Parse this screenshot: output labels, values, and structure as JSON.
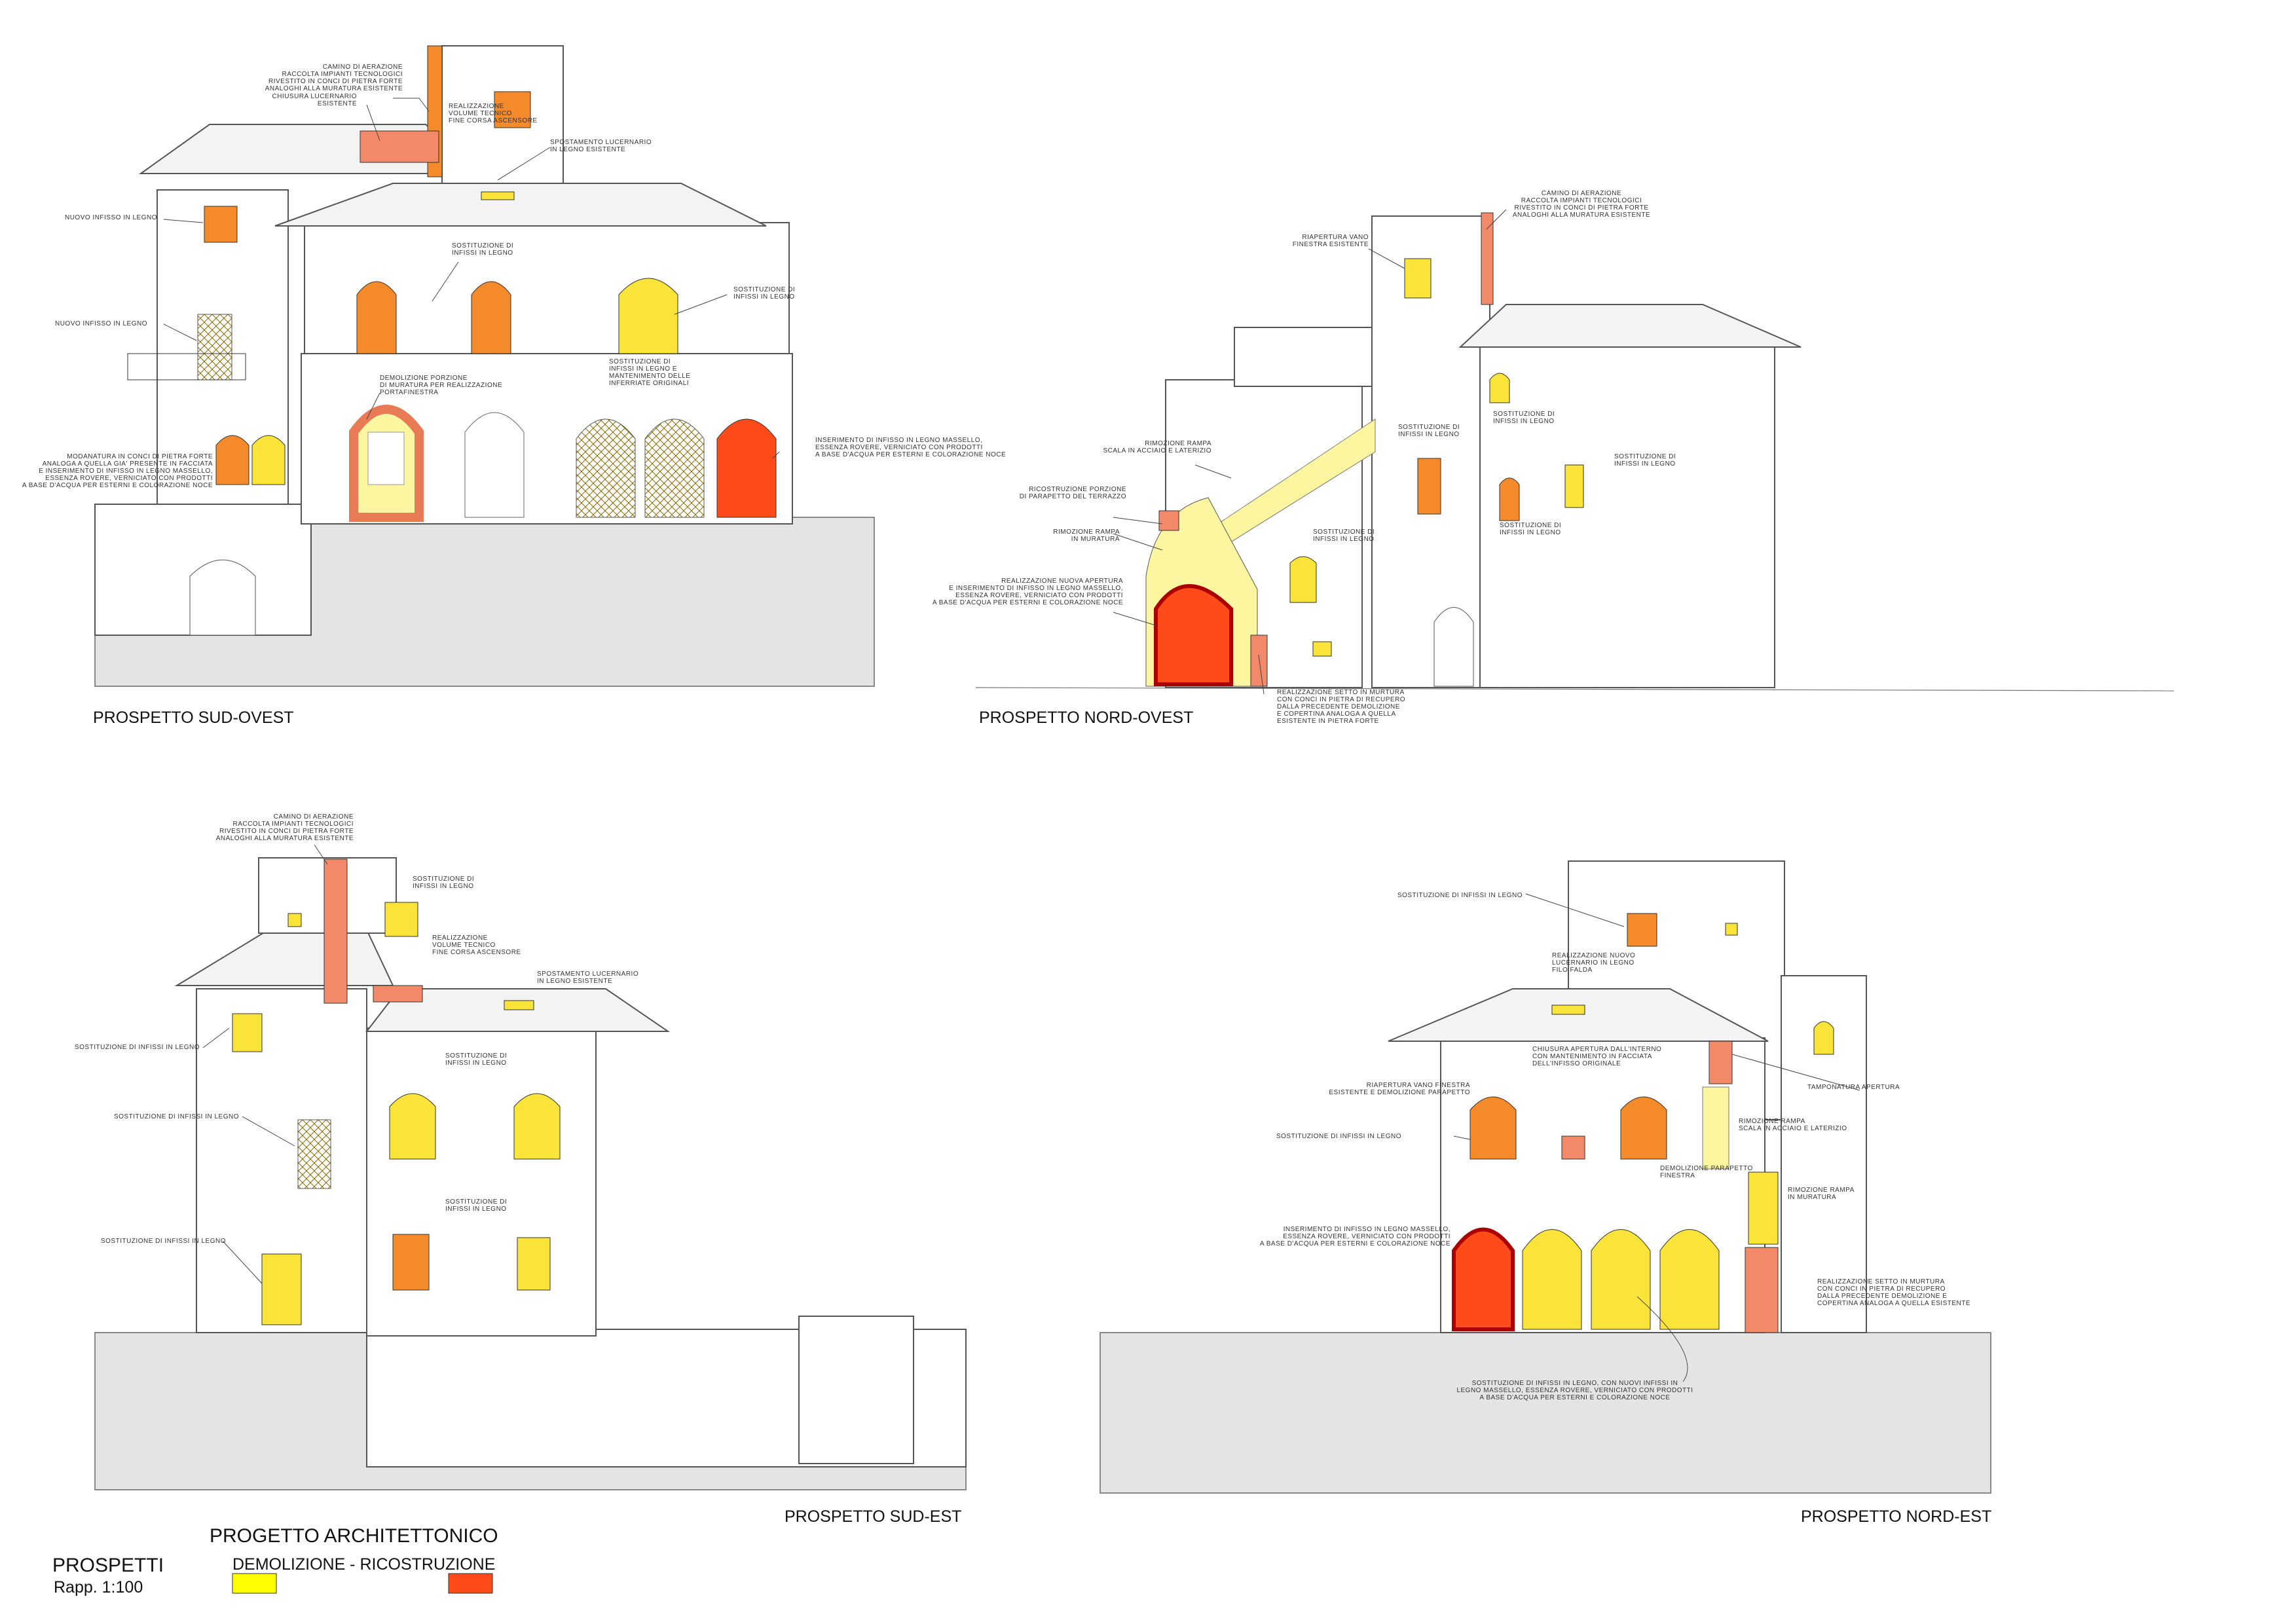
{
  "views": {
    "so": {
      "title": "PROSPETTO SUD-OVEST"
    },
    "no": {
      "title": "PROSPETTO NORD-OVEST"
    },
    "se": {
      "title": "PROSPETTO SUD-EST"
    },
    "ne": {
      "title": "PROSPETTO NORD-EST"
    }
  },
  "legend": {
    "project_title": "PROGETTO ARCHITETTONICO",
    "sheet_title": "PROSPETTI",
    "scale": "Rapp. 1:100",
    "label": "DEMOLIZIONE - RICOSTRUZIONE",
    "color_demolition": "#ffff00",
    "color_reconstruction": "#ff4a1a"
  },
  "colors": {
    "orange": "#f48a2a",
    "yellow": "#fbe43a",
    "pale_yellow": "#fdf6a0",
    "salmon": "#f28a6a",
    "red": "#e8331c",
    "stone": "#efefef"
  },
  "notes": {
    "so_camino": [
      "CAMINO DI AERAZIONE",
      "RACCOLTA IMPIANTI TECNOLOGICI",
      "RIVESTITO IN CONCI DI PIETRA FORTE",
      "ANALOGHI ALLA MURATURA ESISTENTE"
    ],
    "so_lucernario": [
      "CHIUSURA LUCERNARIO",
      "ESISTENTE"
    ],
    "so_volume": [
      "REALIZZAZIONE",
      "VOLUME TECNICO",
      "FINE CORSA ASCENSORE"
    ],
    "so_spost": [
      "SPOSTAMENTO LUCERNARIO",
      "IN LEGNO ESISTENTE"
    ],
    "so_nuovo1": [
      "NUOVO INFISSO IN LEGNO"
    ],
    "so_nuovo2": [
      "NUOVO INFISSO IN LEGNO"
    ],
    "so_sost1": [
      "SOSTITUZIONE DI",
      "INFISSI IN LEGNO"
    ],
    "so_sost2": [
      "SOSTITUZIONE DI",
      "INFISSI IN LEGNO"
    ],
    "so_demol": [
      "DEMOLIZIONE PORZIONE",
      "DI MURATURA PER REALIZZAZIONE",
      "PORTAFINESTRA"
    ],
    "so_sost3": [
      "SOSTITUZIONE DI",
      "INFISSI IN LEGNO E",
      "MANTENIMENTO DELLE",
      "INFERRIATE ORIGINALI"
    ],
    "so_insert": [
      "INSERIMENTO DI INFISSO IN LEGNO MASSELLO,",
      "ESSENZA ROVERE, VERNICIATO CON PRODOTTI",
      "A BASE D'ACQUA PER ESTERNI E COLORAZIONE NOCE"
    ],
    "so_modan": [
      "MODANATURA IN CONCI DI PIETRA FORTE",
      "ANALOGA A QUELLA GIA' PRESENTE IN FACCIATA",
      "E INSERIMENTO DI INFISSO IN LEGNO MASSELLO,",
      "ESSENZA ROVERE, VERNICIATO CON PRODOTTI",
      "A BASE D'ACQUA PER ESTERNI E COLORAZIONE NOCE"
    ],
    "no_camino": [
      "CAMINO DI AERAZIONE",
      "RACCOLTA IMPIANTI TECNOLOGICI",
      "RIVESTITO IN CONCI DI PIETRA FORTE",
      "ANALOGHI ALLA MURATURA ESISTENTE"
    ],
    "no_riap": [
      "RIAPERTURA VANO",
      "FINESTRA ESISTENTE"
    ],
    "no_rimrampa": [
      "RIMOZIONE RAMPA",
      "SCALA IN ACCIAIO E LATERIZIO"
    ],
    "no_ricos": [
      "RICOSTRUZIONE PORZIONE",
      "DI PARAPETTO DEL TERRAZZO"
    ],
    "no_rimmur": [
      "RIMOZIONE RAMPA",
      "IN MURATURA"
    ],
    "no_nuova": [
      "REALIZZAZIONE NUOVA APERTURA",
      "E INSERIMENTO DI INFISSO IN LEGNO MASSELLO,",
      "ESSENZA ROVERE, VERNICIATO CON PRODOTTI",
      "A BASE D'ACQUA PER ESTERNI E COLORAZIONE NOCE"
    ],
    "no_sost1": [
      "SOSTITUZIONE DI",
      "INFISSI IN LEGNO"
    ],
    "no_sost2": [
      "SOSTITUZIONE DI",
      "INFISSI IN LEGNO"
    ],
    "no_sost3": [
      "SOSTITUZIONE DI",
      "INFISSI IN LEGNO"
    ],
    "no_sost4": [
      "SOSTITUZIONE DI",
      "INFISSI IN LEGNO"
    ],
    "no_sost5": [
      "SOSTITUZIONE DI",
      "INFISSI IN LEGNO"
    ],
    "no_setto": [
      "REALIZZAZIONE SETTO IN MURTURA",
      "CON CONCI IN PIETRA DI RECUPERO",
      "DALLA PRECEDENTE DEMOLIZIONE",
      "E COPERTINA ANALOGA A QUELLA",
      "ESISTENTE IN PIETRA FORTE"
    ],
    "se_camino": [
      "CAMINO DI AERAZIONE",
      "RACCOLTA IMPIANTI TECNOLOGICI",
      "RIVESTITO IN CONCI DI PIETRA FORTE",
      "ANALOGHI ALLA MURATURA ESISTENTE"
    ],
    "se_sost_top": [
      "SOSTITUZIONE DI",
      "INFISSI IN LEGNO"
    ],
    "se_volume": [
      "REALIZZAZIONE",
      "VOLUME TECNICO",
      "FINE CORSA ASCENSORE"
    ],
    "se_spost": [
      "SPOSTAMENTO LUCERNARIO",
      "IN LEGNO ESISTENTE"
    ],
    "se_sost_l1": [
      "SOSTITUZIONE DI INFISSI IN LEGNO"
    ],
    "se_sost_c1": [
      "SOSTITUZIONE DI",
      "INFISSI IN LEGNO"
    ],
    "se_sost_l2": [
      "SOSTITUZIONE DI INFISSI IN LEGNO"
    ],
    "se_sost_c2": [
      "SOSTITUZIONE DI",
      "INFISSI IN LEGNO"
    ],
    "se_sost_l3": [
      "SOSTITUZIONE DI INFISSI IN LEGNO"
    ],
    "ne_sost_top": [
      "SOSTITUZIONE DI INFISSI IN LEGNO"
    ],
    "ne_lucern": [
      "REALIZZAZIONE NUOVO",
      "LUCERNARIO IN LEGNO",
      "FILO FALDA"
    ],
    "ne_chius": [
      "CHIUSURA APERTURA DALL'INTERNO",
      "CON MANTENIMENTO IN FACCIATA",
      "DELL'INFISSO ORIGINALE"
    ],
    "ne_riap": [
      "RIAPERTURA VANO FINESTRA",
      "ESISTENTE E DEMOLIZIONE PARAPETTO"
    ],
    "ne_tamp": [
      "TAMPONATURA APERTURA"
    ],
    "ne_rimscala": [
      "RIMOZIONE RAMPA",
      "SCALA IN ACCIAIO E LATERIZIO"
    ],
    "ne_sost_l": [
      "SOSTITUZIONE DI INFISSI IN LEGNO"
    ],
    "ne_demolpar": [
      "DEMOLIZIONE PARAPETTO",
      "FINESTRA"
    ],
    "ne_rimmur": [
      "RIMOZIONE RAMPA",
      "IN MURATURA"
    ],
    "ne_insert": [
      "INSERIMENTO DI INFISSO IN LEGNO MASSELLO,",
      "ESSENZA ROVERE, VERNICIATO CON PRODOTTI",
      "A BASE D'ACQUA PER ESTERNI E COLORAZIONE NOCE"
    ],
    "ne_setto": [
      "REALIZZAZIONE SETTO IN MURTURA",
      "CON CONCI IN PIETRA DI RECUPERO",
      "DALLA PRECEDENTE DEMOLIZIONE E",
      "COPERTINA ANALOGA A QUELLA ESISTENTE"
    ],
    "ne_sost_bottom": [
      "SOSTITUZIONE DI INFISSI IN LEGNO, CON NUOVI INFISSI IN",
      "LEGNO MASSELLO, ESSENZA ROVERE, VERNICIATO CON PRODOTTI",
      "A BASE D'ACQUA PER ESTERNI E COLORAZIONE NOCE"
    ]
  }
}
